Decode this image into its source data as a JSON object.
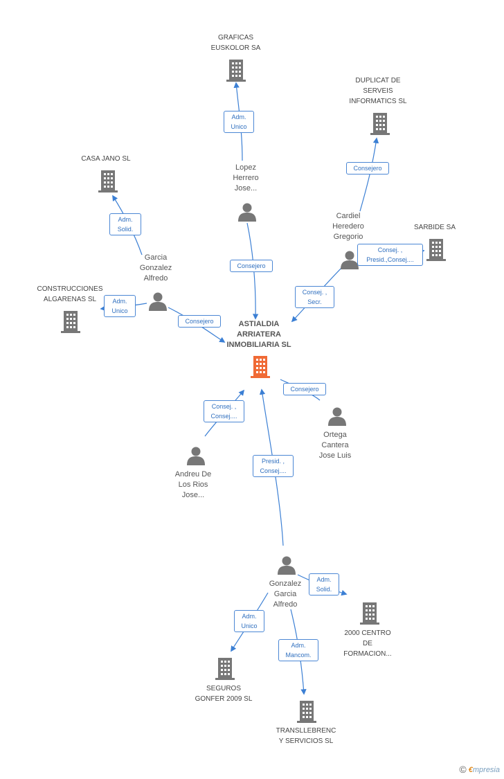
{
  "colors": {
    "edge": "#3b7fd4",
    "company_icon": "#777777",
    "main_icon": "#f06a35",
    "person_icon": "#777777",
    "label_border": "#4a86d4",
    "label_text": "#2f6fbf"
  },
  "nodes": {
    "main": "ASTIALDIA\nARRIATERA\nINMOBILIARIA SL",
    "graficas": "GRAFICAS\nEUSKOLOR SA",
    "duplicat": "DUPLICAT DE\nSERVEIS\nINFORMATICS SL",
    "casa_jano": "CASA JANO  SL",
    "sarbide": "SARBIDE SA",
    "construcciones": "CONSTRUCCIONES\nALGARENAS SL",
    "lopez": "Lopez\nHerrero\nJose...",
    "cardiel": "Cardiel\nHeredero\nGregorio",
    "garcia": "Garcia\nGonzalez\nAlfredo",
    "ortega": "Ortega\nCantera\nJose Luis",
    "andreu": "Andreu De\nLos Rios\nJose...",
    "gonzalez": "Gonzalez\nGarcia\nAlfredo",
    "centro2000": "2000 CENTRO\nDE\nFORMACION...",
    "seguros": "SEGUROS\nGONFER 2009 SL",
    "transllebrenc": "TRANSLLEBRENC\nY SERVICIOS  SL"
  },
  "edge_labels": {
    "lopez_graficas": "Adm.\nUnico",
    "lopez_main": "Consejero",
    "cardiel_duplicat": "Consejero",
    "cardiel_sarbide": "Consej. ,\nPresid.,Consej....",
    "cardiel_main": "Consej. ,\nSecr.",
    "garcia_casa": "Adm.\nSolid.",
    "garcia_construcciones": "Adm.\nUnico",
    "garcia_main": "Consejero",
    "ortega_main": "Consejero",
    "andreu_main": "Consej. ,\nConsej....",
    "gonzalez_main": "Presid. ,\nConsej....",
    "gonzalez_centro": "Adm.\nSolid.",
    "gonzalez_seguros": "Adm.\nUnico",
    "gonzalez_transllebrenc": "Adm.\nMancom."
  },
  "footer": {
    "symbol": "©",
    "brand_e": "€",
    "brand_rest": "mpresia"
  }
}
